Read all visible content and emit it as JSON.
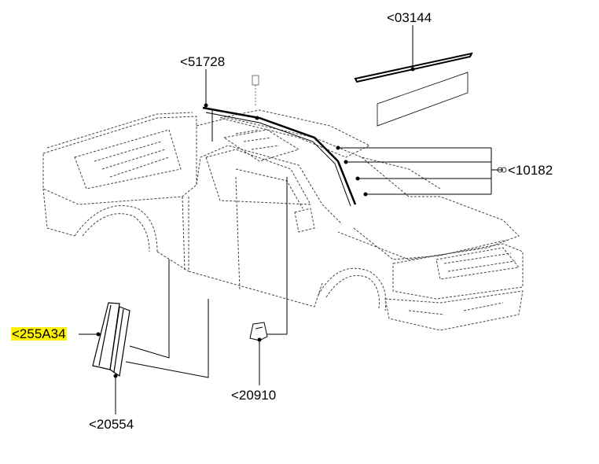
{
  "callouts": [
    {
      "id": "c03144",
      "text": "<03144",
      "highlight": false
    },
    {
      "id": "c51728",
      "text": "<51728",
      "highlight": false
    },
    {
      "id": "c10182",
      "text": "<10182",
      "highlight": false
    },
    {
      "id": "c255A34",
      "text": "<255A34",
      "highlight": true
    },
    {
      "id": "c20910",
      "text": "<20910",
      "highlight": false
    },
    {
      "id": "c20554",
      "text": "<20554",
      "highlight": false
    }
  ],
  "colors": {
    "line": "#000000",
    "sketch": "#444444",
    "highlight": "#fff200",
    "background": "#ffffff"
  }
}
